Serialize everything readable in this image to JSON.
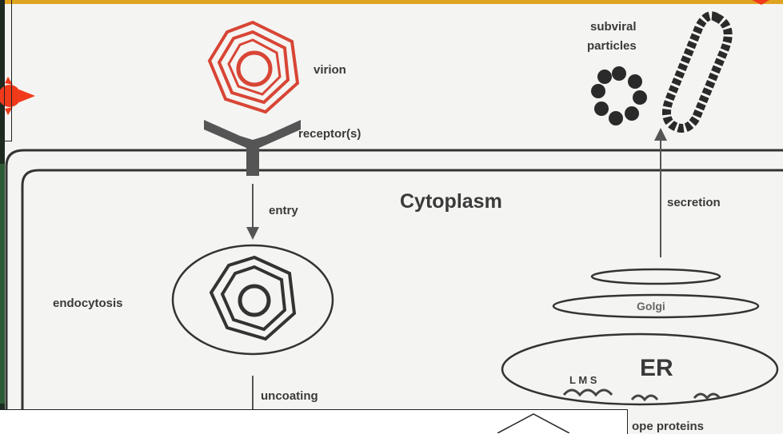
{
  "diagram": {
    "labels": {
      "virion": "virion",
      "receptor": "receptor(s)",
      "entry": "entry",
      "cytoplasm": "Cytoplasm",
      "secretion": "secretion",
      "subviral": "subviral",
      "particles": "particles",
      "endocytosis": "endocytosis",
      "uncoating": "uncoating",
      "golgi": "Golgi",
      "er": "ER",
      "envelope_proteins": "ope proteins",
      "protein_marks": "L M S"
    },
    "colors": {
      "virion": "#d84535",
      "structure": "#333333",
      "accent_top": "#e0a320",
      "marker": "#f03a1a"
    }
  }
}
